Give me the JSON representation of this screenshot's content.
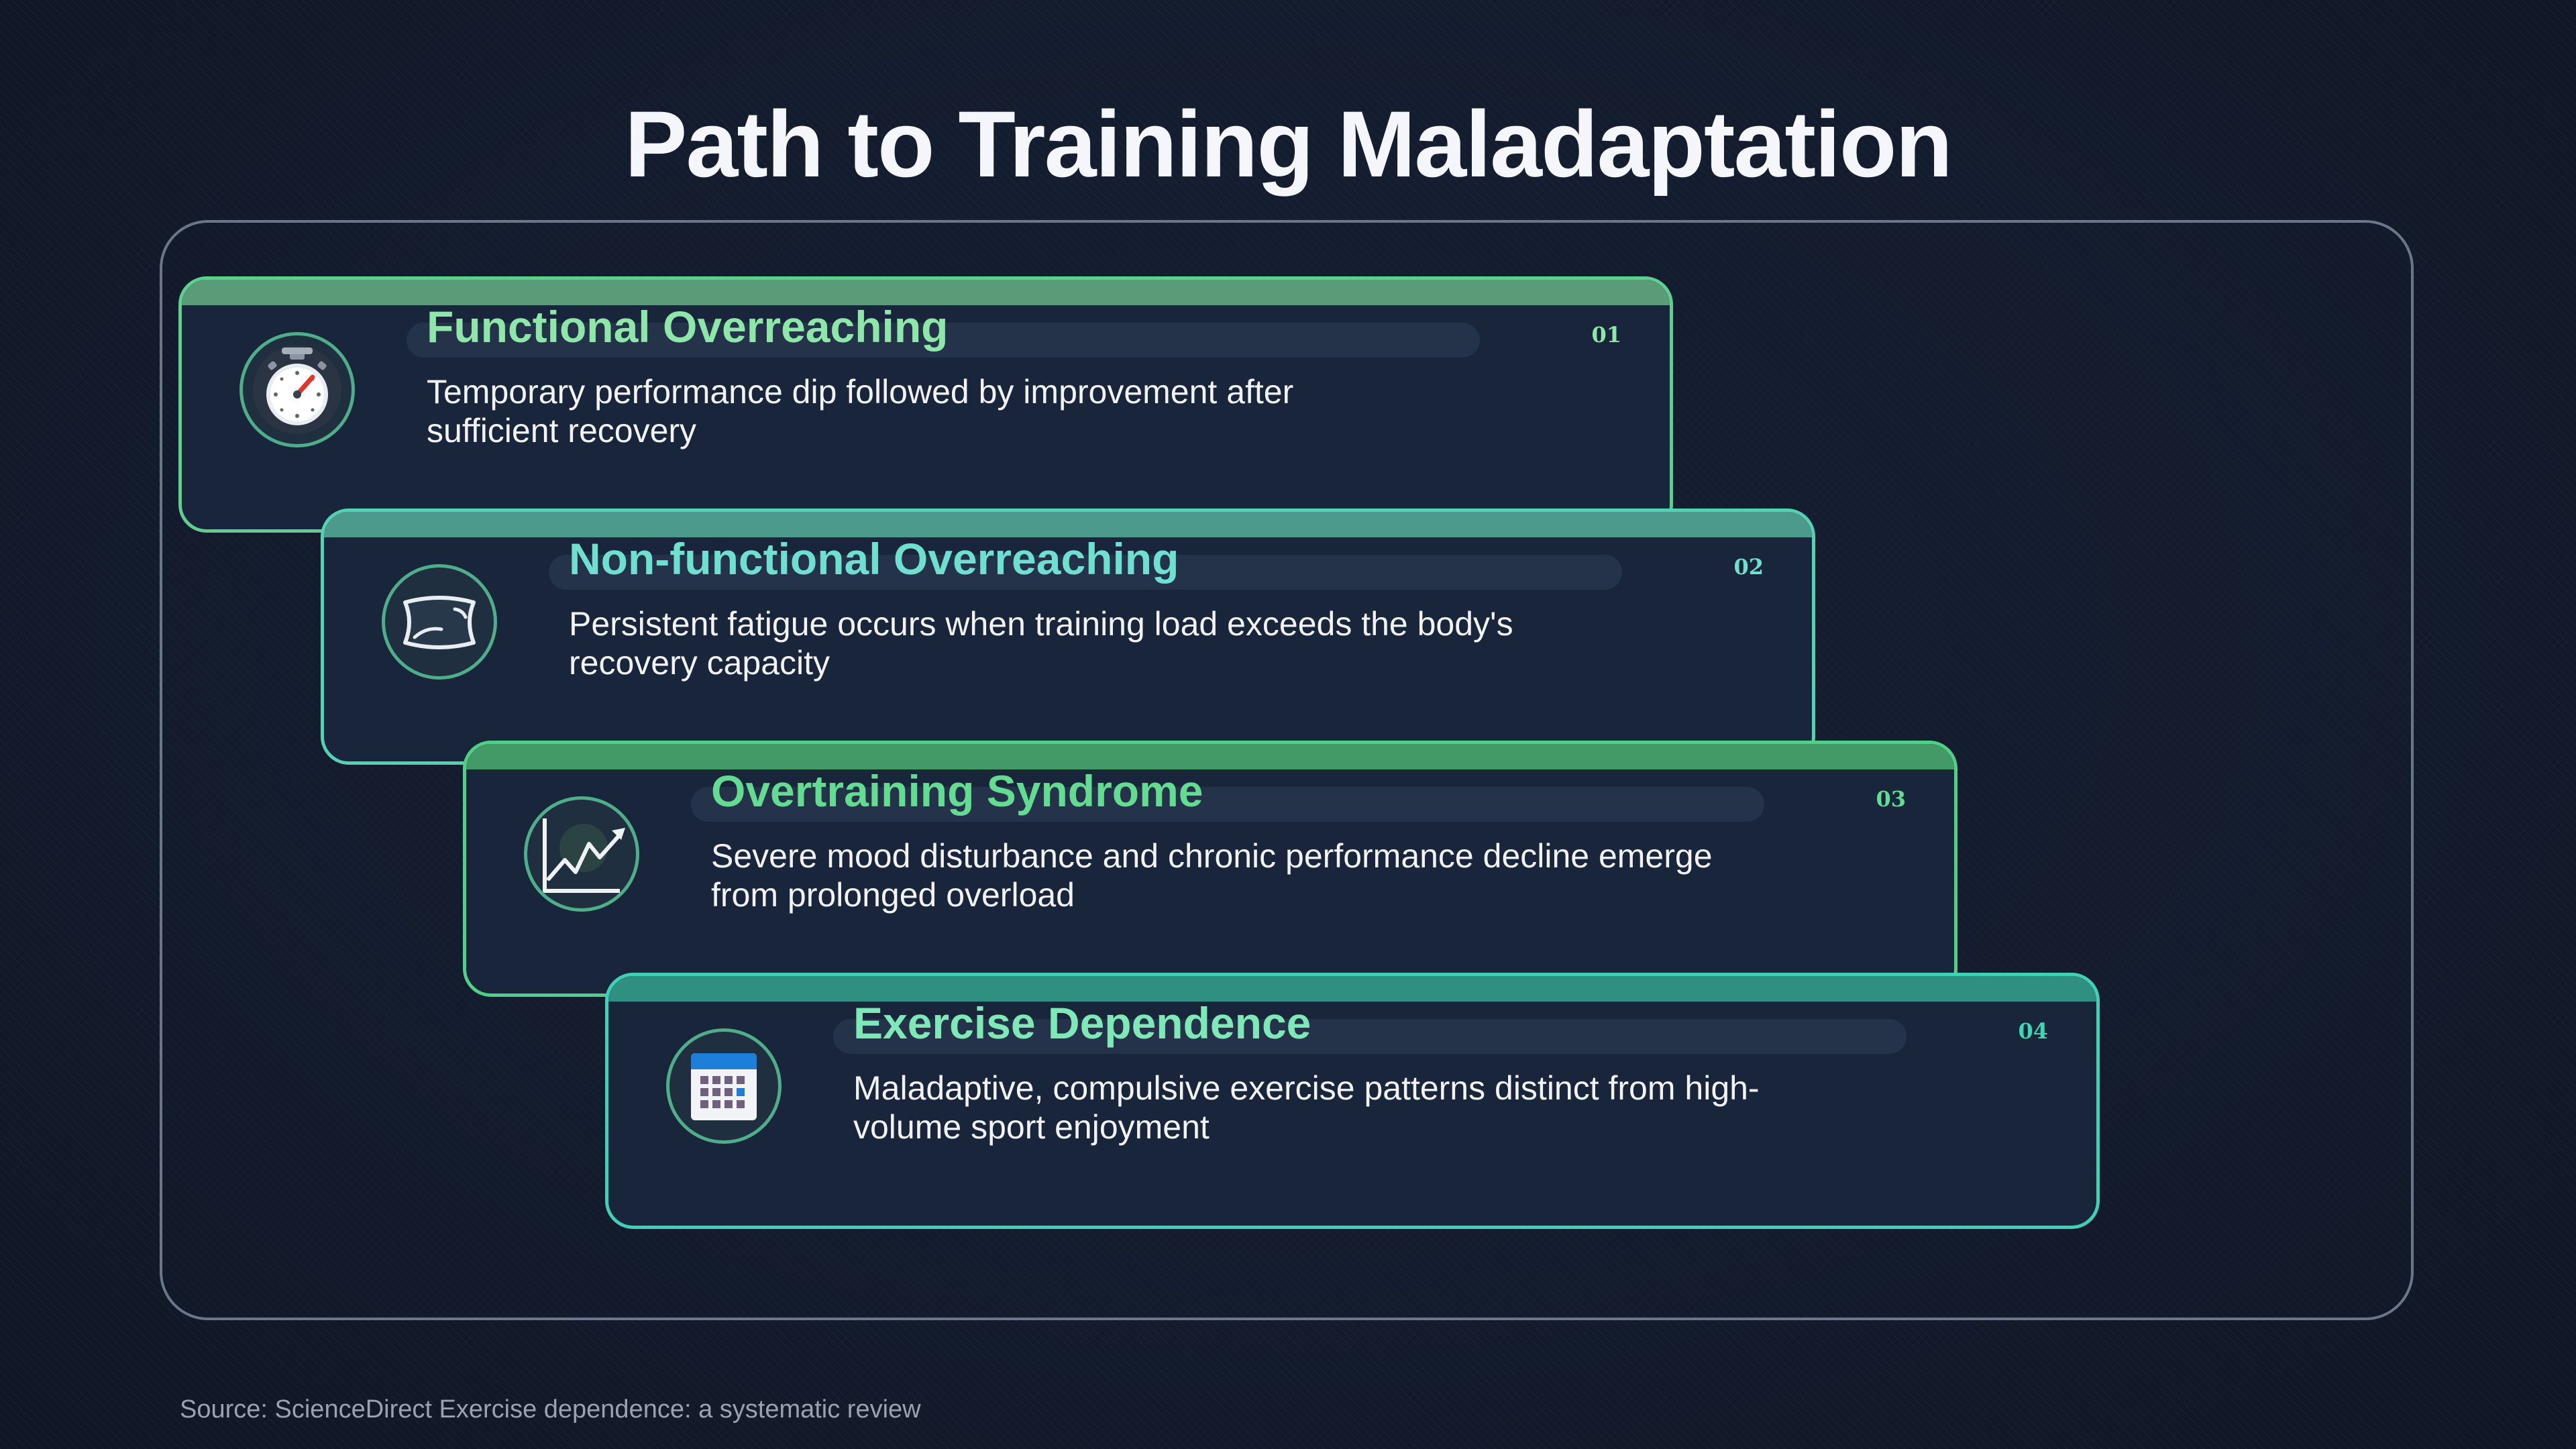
{
  "title": "Path to Training Maladaptation",
  "colors": {
    "background": "#131c2e",
    "card": "#19253a",
    "panel_border": "#6b7688",
    "accent_green": "#5fcf8f",
    "accent_teal": "#3fd0b8"
  },
  "steps": [
    {
      "number": "01",
      "title": "Functional Overreaching",
      "description": "Temporary performance dip followed by improvement after sufficient recovery",
      "icon": "stopwatch-icon"
    },
    {
      "number": "02",
      "title": "Non-functional Overreaching",
      "description": "Persistent fatigue occurs when training load exceeds the body's recovery capacity",
      "icon": "pillow-icon"
    },
    {
      "number": "03",
      "title": "Overtraining Syndrome",
      "description": "Severe mood disturbance and chronic performance decline emerge from prolonged overload",
      "icon": "line-chart-icon"
    },
    {
      "number": "04",
      "title": "Exercise Dependence",
      "description": "Maladaptive, compulsive exercise patterns distinct from high-volume sport enjoyment",
      "icon": "calendar-icon"
    }
  ],
  "source": "Source: ScienceDirect Exercise dependence: a systematic review"
}
